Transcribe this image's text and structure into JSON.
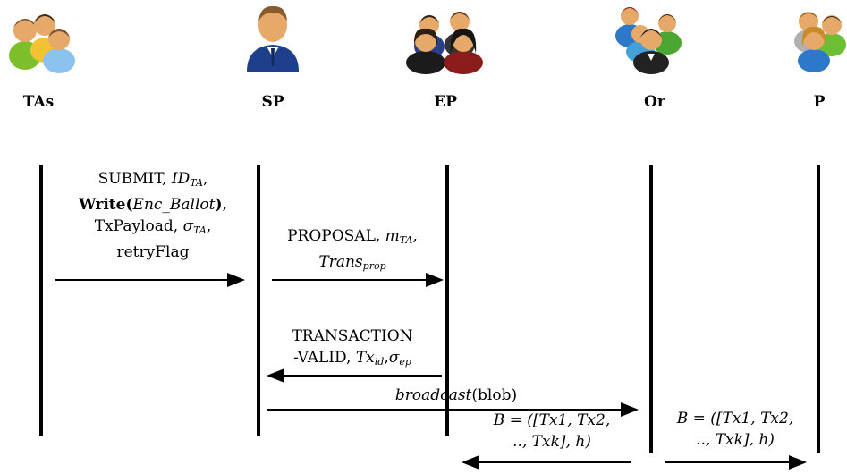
{
  "actors": [
    {
      "label": "TAs",
      "icon": "group-icon"
    },
    {
      "label": "SP",
      "icon": "person-icon"
    },
    {
      "label": "EP",
      "icon": "group-icon"
    },
    {
      "label": "Or",
      "icon": "group-icon"
    },
    {
      "label": "P",
      "icon": "group-icon"
    }
  ],
  "messages": {
    "submit": {
      "l1_text": "SUBMIT, ",
      "l1_id": "ID",
      "l1_id_sub": "TA",
      "l1_tail": ",",
      "l2_bold": "Write(",
      "l2_ital": "Enc_Ballot",
      "l2_bold_end": ")",
      "l2_tail": ",",
      "l3_text": "TxPayload, ",
      "l3_sigma": "σ",
      "l3_sigma_sub": "TA",
      "l3_tail": ",",
      "l4_text": "retryFlag"
    },
    "proposal": {
      "l1_text": "PROPOSAL, ",
      "l1_m": "m",
      "l1_m_sub": "TA",
      "l1_tail": ",",
      "l2_trans": "Trans",
      "l2_trans_sub": "prop"
    },
    "transaction": {
      "l1_text": "TRANSACTION",
      "l2_text": "-VALID, ",
      "l2_tx": "Tx",
      "l2_tx_sub": "id",
      "l2_comma": ",",
      "l2_sigma": "σ",
      "l2_sigma_sub": "ep"
    },
    "broadcast": {
      "fn": "broadcast",
      "arg": "(blob)"
    },
    "block_or": {
      "l1": "B = ([Tx1, Tx2,",
      "l2": ".., Txk], h)"
    },
    "block_p": {
      "l1": "B = ([Tx1, Tx2,",
      "l2": ".., Txk], h)"
    }
  }
}
